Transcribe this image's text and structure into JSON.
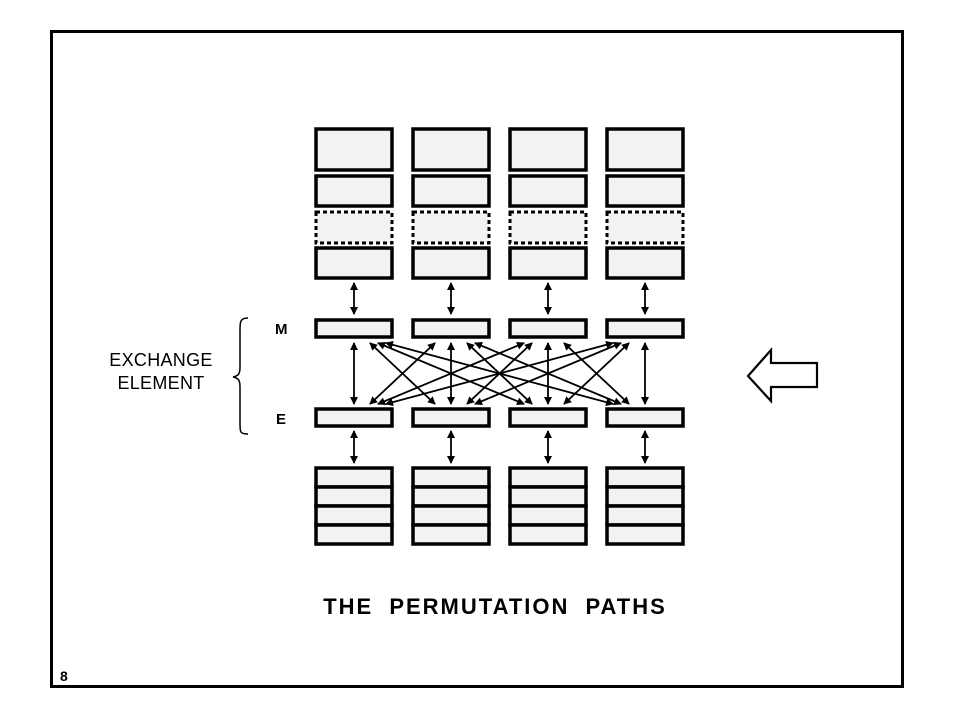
{
  "slide": {
    "page_number": "8",
    "title": "THE PERMUTATION PATHS",
    "exchange_label_line1": "EXCHANGE",
    "exchange_label_line2": "ELEMENT",
    "row_label_m": "M",
    "row_label_e": "E"
  },
  "diagram": {
    "columns": 4,
    "top_stack": {
      "segments": [
        "solid-tall",
        "solid",
        "dotted",
        "solid"
      ]
    },
    "bottom_stack": {
      "rows": 4
    },
    "interconnect": "full-crossbar",
    "connections": [
      [
        0,
        0
      ],
      [
        0,
        1
      ],
      [
        0,
        2
      ],
      [
        0,
        3
      ],
      [
        1,
        0
      ],
      [
        1,
        1
      ],
      [
        1,
        2
      ],
      [
        1,
        3
      ],
      [
        2,
        0
      ],
      [
        2,
        1
      ],
      [
        2,
        2
      ],
      [
        2,
        3
      ],
      [
        3,
        0
      ],
      [
        3,
        1
      ],
      [
        3,
        2
      ],
      [
        3,
        3
      ]
    ],
    "arrow_direction": "bidirectional",
    "pointer_icon": "left-arrow-outline",
    "colors": {
      "box_fill": "#f2f2f2",
      "stroke": "#000000",
      "background": "#ffffff"
    }
  }
}
